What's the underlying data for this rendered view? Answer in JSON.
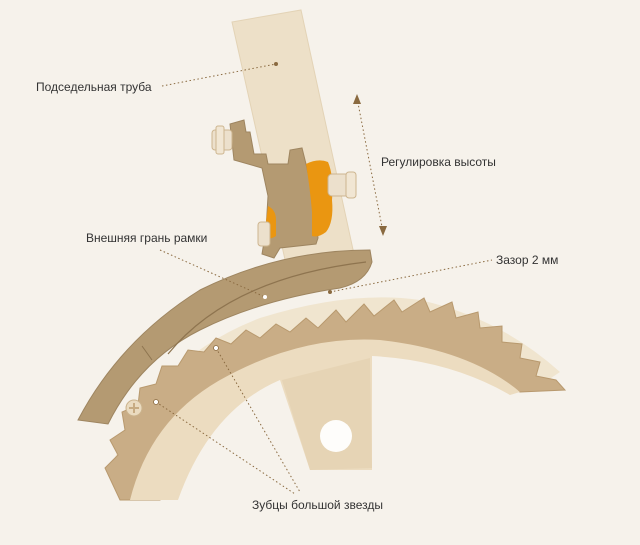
{
  "labels": {
    "seat_tube": "Подседельная труба",
    "height_adjust": "Регулировка высоты",
    "outer_edge": "Внешняя грань рамки",
    "gap": "Зазор 2 мм",
    "teeth": "Зубцы большой звезды"
  },
  "colors": {
    "background": "#f6f2eb",
    "tube": "#ede0c8",
    "chainring_light": "#e8d9bd",
    "chainring_dark": "#c9ad86",
    "derailleur": "#b49a72",
    "clamp_orange": "#ea9611",
    "leader_line": "#8a6a40"
  }
}
